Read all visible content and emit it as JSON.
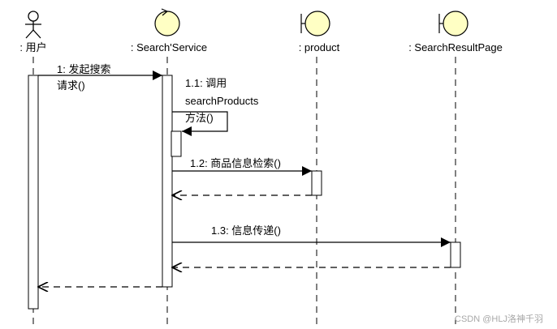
{
  "participants": [
    {
      "id": "user",
      "kind": "actor",
      "label": ": 用户"
    },
    {
      "id": "search",
      "kind": "control",
      "label": ": Search'Service"
    },
    {
      "id": "product",
      "kind": "boundary",
      "label": ": product"
    },
    {
      "id": "result",
      "kind": "boundary",
      "label": ": SearchResultPage"
    }
  ],
  "messages": [
    {
      "id": "m1",
      "lines": [
        "1: 发起搜索",
        "请求()"
      ],
      "from": "user",
      "to": "search",
      "type": "sync"
    },
    {
      "id": "m11",
      "lines": [
        "1.1: 调用",
        "searchProducts",
        "方法()"
      ],
      "from": "search",
      "to": "search",
      "type": "self"
    },
    {
      "id": "m12",
      "lines": [
        "1.2: 商品信息检索()"
      ],
      "from": "search",
      "to": "product",
      "type": "sync"
    },
    {
      "id": "r12",
      "lines": [],
      "from": "product",
      "to": "search",
      "type": "return"
    },
    {
      "id": "m13",
      "lines": [
        "1.3: 信息传递()"
      ],
      "from": "search",
      "to": "result",
      "type": "sync"
    },
    {
      "id": "r13",
      "lines": [],
      "from": "result",
      "to": "search",
      "type": "return"
    },
    {
      "id": "r1",
      "lines": [],
      "from": "search",
      "to": "user",
      "type": "return"
    }
  ],
  "watermark": "CSDN @HLJ洛神千羽",
  "colors": {
    "icon_fill": "#ffffc4",
    "stroke": "#000000",
    "watermark": "#a8a8a8"
  }
}
